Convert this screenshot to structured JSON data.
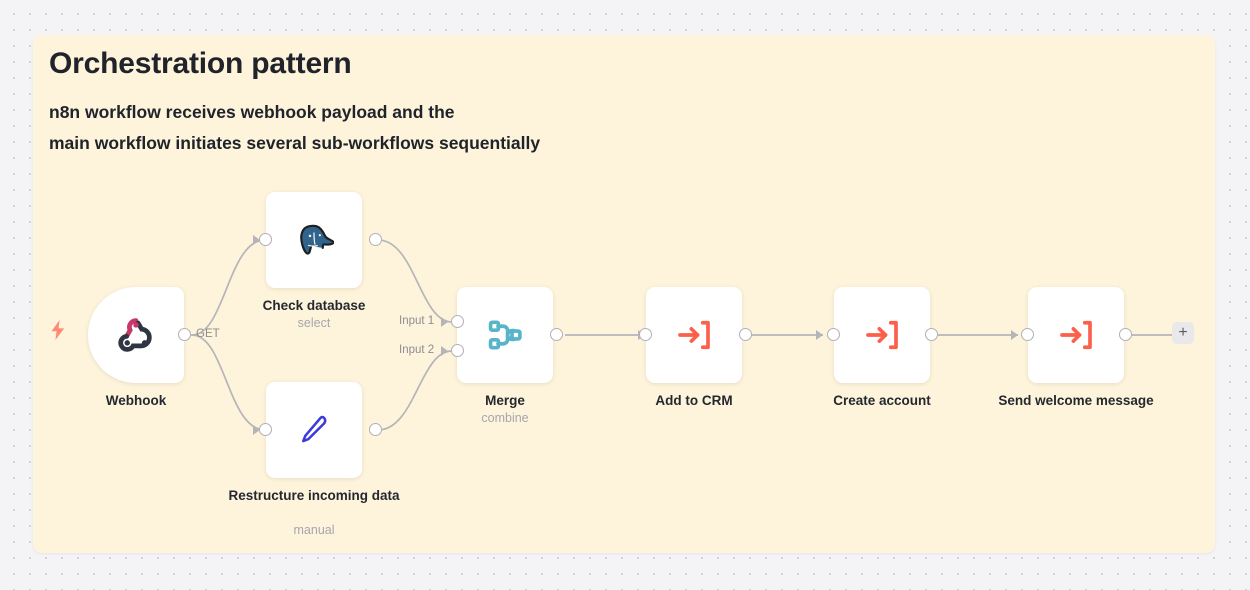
{
  "sticky_note": {
    "title": "Orchestration pattern",
    "subtitle_line_1": "n8n workflow receives webhook payload and the",
    "subtitle_line_2": "main workflow initiates several sub-workflows sequentially",
    "background_color": "#fef4dc"
  },
  "canvas": {
    "background_color": "#f4f4f6",
    "dot_color": "#d2d2d8",
    "add_node_button_label": "+"
  },
  "colors": {
    "node_background": "#ffffff",
    "connection_line": "#b5b5b9",
    "label_text": "#25282f",
    "sublabel_text": "#a6a6ac",
    "trigger_bolt": "#ff8a75",
    "webhook_pink": "#c7376a",
    "webhook_dark": "#2f3542",
    "postgres_blue": "#31648c",
    "set_node_blue": "#3b3bdb",
    "merge_teal": "#57b4c9",
    "subworkflow_red": "#fc5f4a"
  },
  "nodes": [
    {
      "id": "webhook",
      "name": "Webhook",
      "sublabel": "",
      "icon": "webhook-icon",
      "type": "trigger",
      "output_label": "GET"
    },
    {
      "id": "check-database",
      "name": "Check database",
      "sublabel": "select",
      "icon": "postgres-icon",
      "type": "action"
    },
    {
      "id": "restructure-incoming-data",
      "name": "Restructure incoming data",
      "sublabel": "manual",
      "icon": "edit-fields-pen-icon",
      "type": "action"
    },
    {
      "id": "merge",
      "name": "Merge",
      "sublabel": "combine",
      "icon": "merge-icon",
      "type": "action",
      "input_labels": [
        "Input 1",
        "Input 2"
      ]
    },
    {
      "id": "add-to-crm",
      "name": "Add to CRM",
      "sublabel": "",
      "icon": "execute-subworkflow-icon",
      "type": "action"
    },
    {
      "id": "create-account",
      "name": "Create account",
      "sublabel": "",
      "icon": "execute-subworkflow-icon",
      "type": "action"
    },
    {
      "id": "send-welcome-message",
      "name": "Send welcome message",
      "sublabel": "",
      "icon": "execute-subworkflow-icon",
      "type": "action"
    }
  ],
  "connections": [
    {
      "from": "webhook",
      "to": "check-database"
    },
    {
      "from": "webhook",
      "to": "restructure-incoming-data"
    },
    {
      "from": "check-database",
      "to": "merge",
      "target_port": "Input 1"
    },
    {
      "from": "restructure-incoming-data",
      "to": "merge",
      "target_port": "Input 2"
    },
    {
      "from": "merge",
      "to": "add-to-crm"
    },
    {
      "from": "add-to-crm",
      "to": "create-account"
    },
    {
      "from": "create-account",
      "to": "send-welcome-message"
    },
    {
      "from": "send-welcome-message",
      "to": "add-node-button"
    }
  ]
}
